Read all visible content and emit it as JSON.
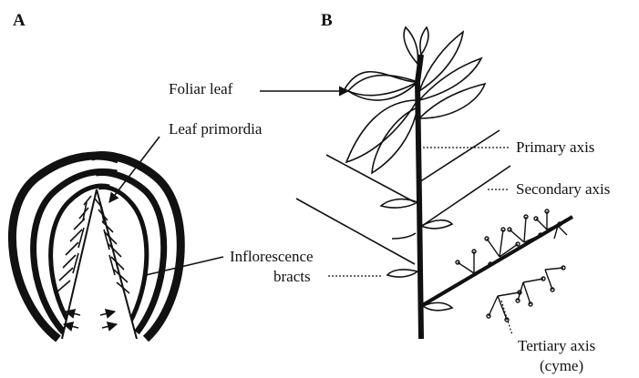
{
  "panels": {
    "a": {
      "letter": "A"
    },
    "b": {
      "letter": "B"
    }
  },
  "labels": {
    "foliar_leaf": "Foliar leaf",
    "leaf_primordia": "Leaf primordia",
    "primary_axis": "Primary axis",
    "secondary_axis": "Secondary axis",
    "inflorescence_bracts_line1": "Inflorescence",
    "inflorescence_bracts_line2": "bracts",
    "tertiary_axis_line1": "Tertiary axis",
    "tertiary_axis_line2": "(cyme)"
  },
  "colors": {
    "ink": "#111111",
    "background": "#ffffff"
  }
}
